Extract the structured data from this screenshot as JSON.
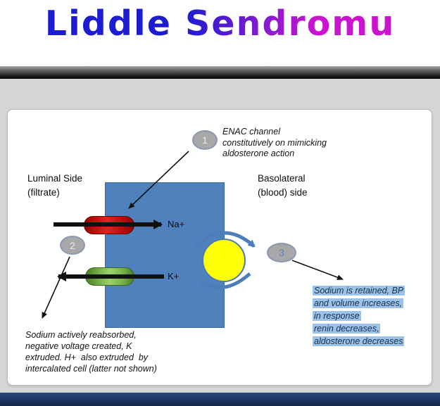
{
  "title": "Liddle Sendromu",
  "diagram": {
    "luminal_label": "Luminal Side\n(filtrate)",
    "basolateral_label": "Basolateral\n(blood) side",
    "na_label": "Na+",
    "k_label": "K+",
    "callout1": {
      "number": "1",
      "text": "ENAC channel\nconstitutively on mimicking\naldosterone action"
    },
    "callout2": {
      "number": "2",
      "text": "Sodium actively reabsorbed,\nnegative voltage created, K\nextruded. H+  also extruded  by\nintercalated cell (latter not shown)"
    },
    "callout3": {
      "number": "3",
      "lines": [
        "Sodium is retained, BP",
        "and volume increases,",
        "in response",
        "renin decreases,",
        "aldosterone decreases"
      ]
    }
  },
  "colors": {
    "title_blue": "#1c1cd2",
    "title_magenta": "#cb14cd",
    "cell_fill": "#4f81bd",
    "na_channel_red": "#c00b0b",
    "k_channel_green": "#70ad47",
    "pump_yellow": "#ffff06",
    "pump_arrow_blue": "#4d7ebb",
    "badge_gray": "#a8a8a8",
    "highlight_blue": "#9cc2e5",
    "footer_navy": "#1d3461",
    "body_gray": "#d6d6d6"
  }
}
